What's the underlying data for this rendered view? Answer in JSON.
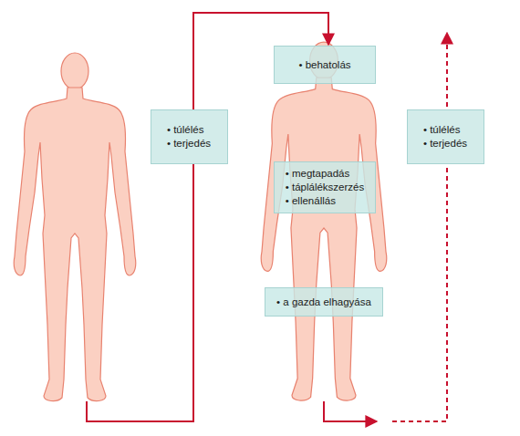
{
  "diagram": {
    "nodes": [
      {
        "text": [
          "• túlélés",
          "• terjedés"
        ]
      },
      {
        "text": [
          "• behatolás"
        ]
      },
      {
        "text": [
          "• megtapadás",
          "• táplálékszerzés",
          "• ellenállás"
        ]
      },
      {
        "text": [
          "• a gazda elhagyása"
        ]
      },
      {
        "text": [
          "• túlélés",
          "• terjedés"
        ]
      }
    ],
    "edges": [
      {
        "from": 0,
        "to": 1,
        "arrow": "to"
      }
    ]
  }
}
